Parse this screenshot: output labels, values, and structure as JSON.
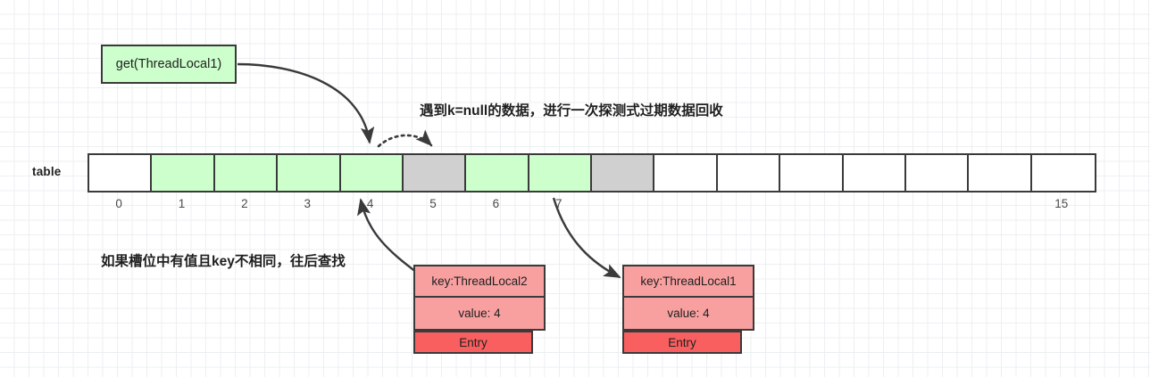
{
  "diagram": {
    "title_annotation_top": "遇到k=null的数据，进行一次探测式过期数据回收",
    "annotation_bottom_line1": "如果槽位中有值且key不相同，",
    "annotation_bottom_line2": "往后查找",
    "call_box_label": "get(ThreadLocal1)",
    "table_label": "table"
  },
  "colors": {
    "green_slot": "#ccffcc",
    "gray_slot": "#d0d0d0",
    "empty_slot": "#ffffff",
    "entry_kv": "#f8a0a0",
    "entry_tag": "#f95f5f",
    "stroke": "#3a3a3a",
    "grid": "#eceff1"
  },
  "table": {
    "label": "table",
    "slot_count": 16,
    "slots": [
      {
        "index": 0,
        "label": "0",
        "state": "empty"
      },
      {
        "index": 1,
        "label": "1",
        "state": "green"
      },
      {
        "index": 2,
        "label": "2",
        "state": "green"
      },
      {
        "index": 3,
        "label": "3",
        "state": "green"
      },
      {
        "index": 4,
        "label": "4",
        "state": "green"
      },
      {
        "index": 5,
        "label": "5",
        "state": "gray"
      },
      {
        "index": 6,
        "label": "6",
        "state": "green"
      },
      {
        "index": 7,
        "label": "7",
        "state": "green"
      },
      {
        "index": 8,
        "label": "",
        "state": "gray"
      },
      {
        "index": 9,
        "label": "",
        "state": "empty"
      },
      {
        "index": 10,
        "label": "",
        "state": "empty"
      },
      {
        "index": 11,
        "label": "",
        "state": "empty"
      },
      {
        "index": 12,
        "label": "",
        "state": "empty"
      },
      {
        "index": 13,
        "label": "",
        "state": "empty"
      },
      {
        "index": 14,
        "label": "",
        "state": "empty"
      },
      {
        "index": 15,
        "label": "15",
        "state": "empty"
      }
    ]
  },
  "entries": [
    {
      "id": "entry-threadlocal2",
      "key_label": "key:ThreadLocal2",
      "value_label": "value: 4",
      "tag_label": "Entry",
      "points_to_slot": 4
    },
    {
      "id": "entry-threadlocal1",
      "key_label": "key:ThreadLocal1",
      "value_label": "value: 4",
      "tag_label": "Entry",
      "points_to_slot": 7
    }
  ],
  "arrows": [
    {
      "name": "get-call-to-slot4",
      "style": "solid",
      "from": "get(ThreadLocal1)",
      "to": "slot 4"
    },
    {
      "name": "slot4-to-slot5-probe",
      "style": "dotted",
      "from": "slot 4",
      "to": "slot 5"
    },
    {
      "name": "entry2-to-slot4",
      "style": "solid",
      "from": "key:ThreadLocal2 entry",
      "to": "slot 4"
    },
    {
      "name": "slot7-to-entry1",
      "style": "solid",
      "from": "slot 7",
      "to": "key:ThreadLocal1 entry"
    }
  ]
}
